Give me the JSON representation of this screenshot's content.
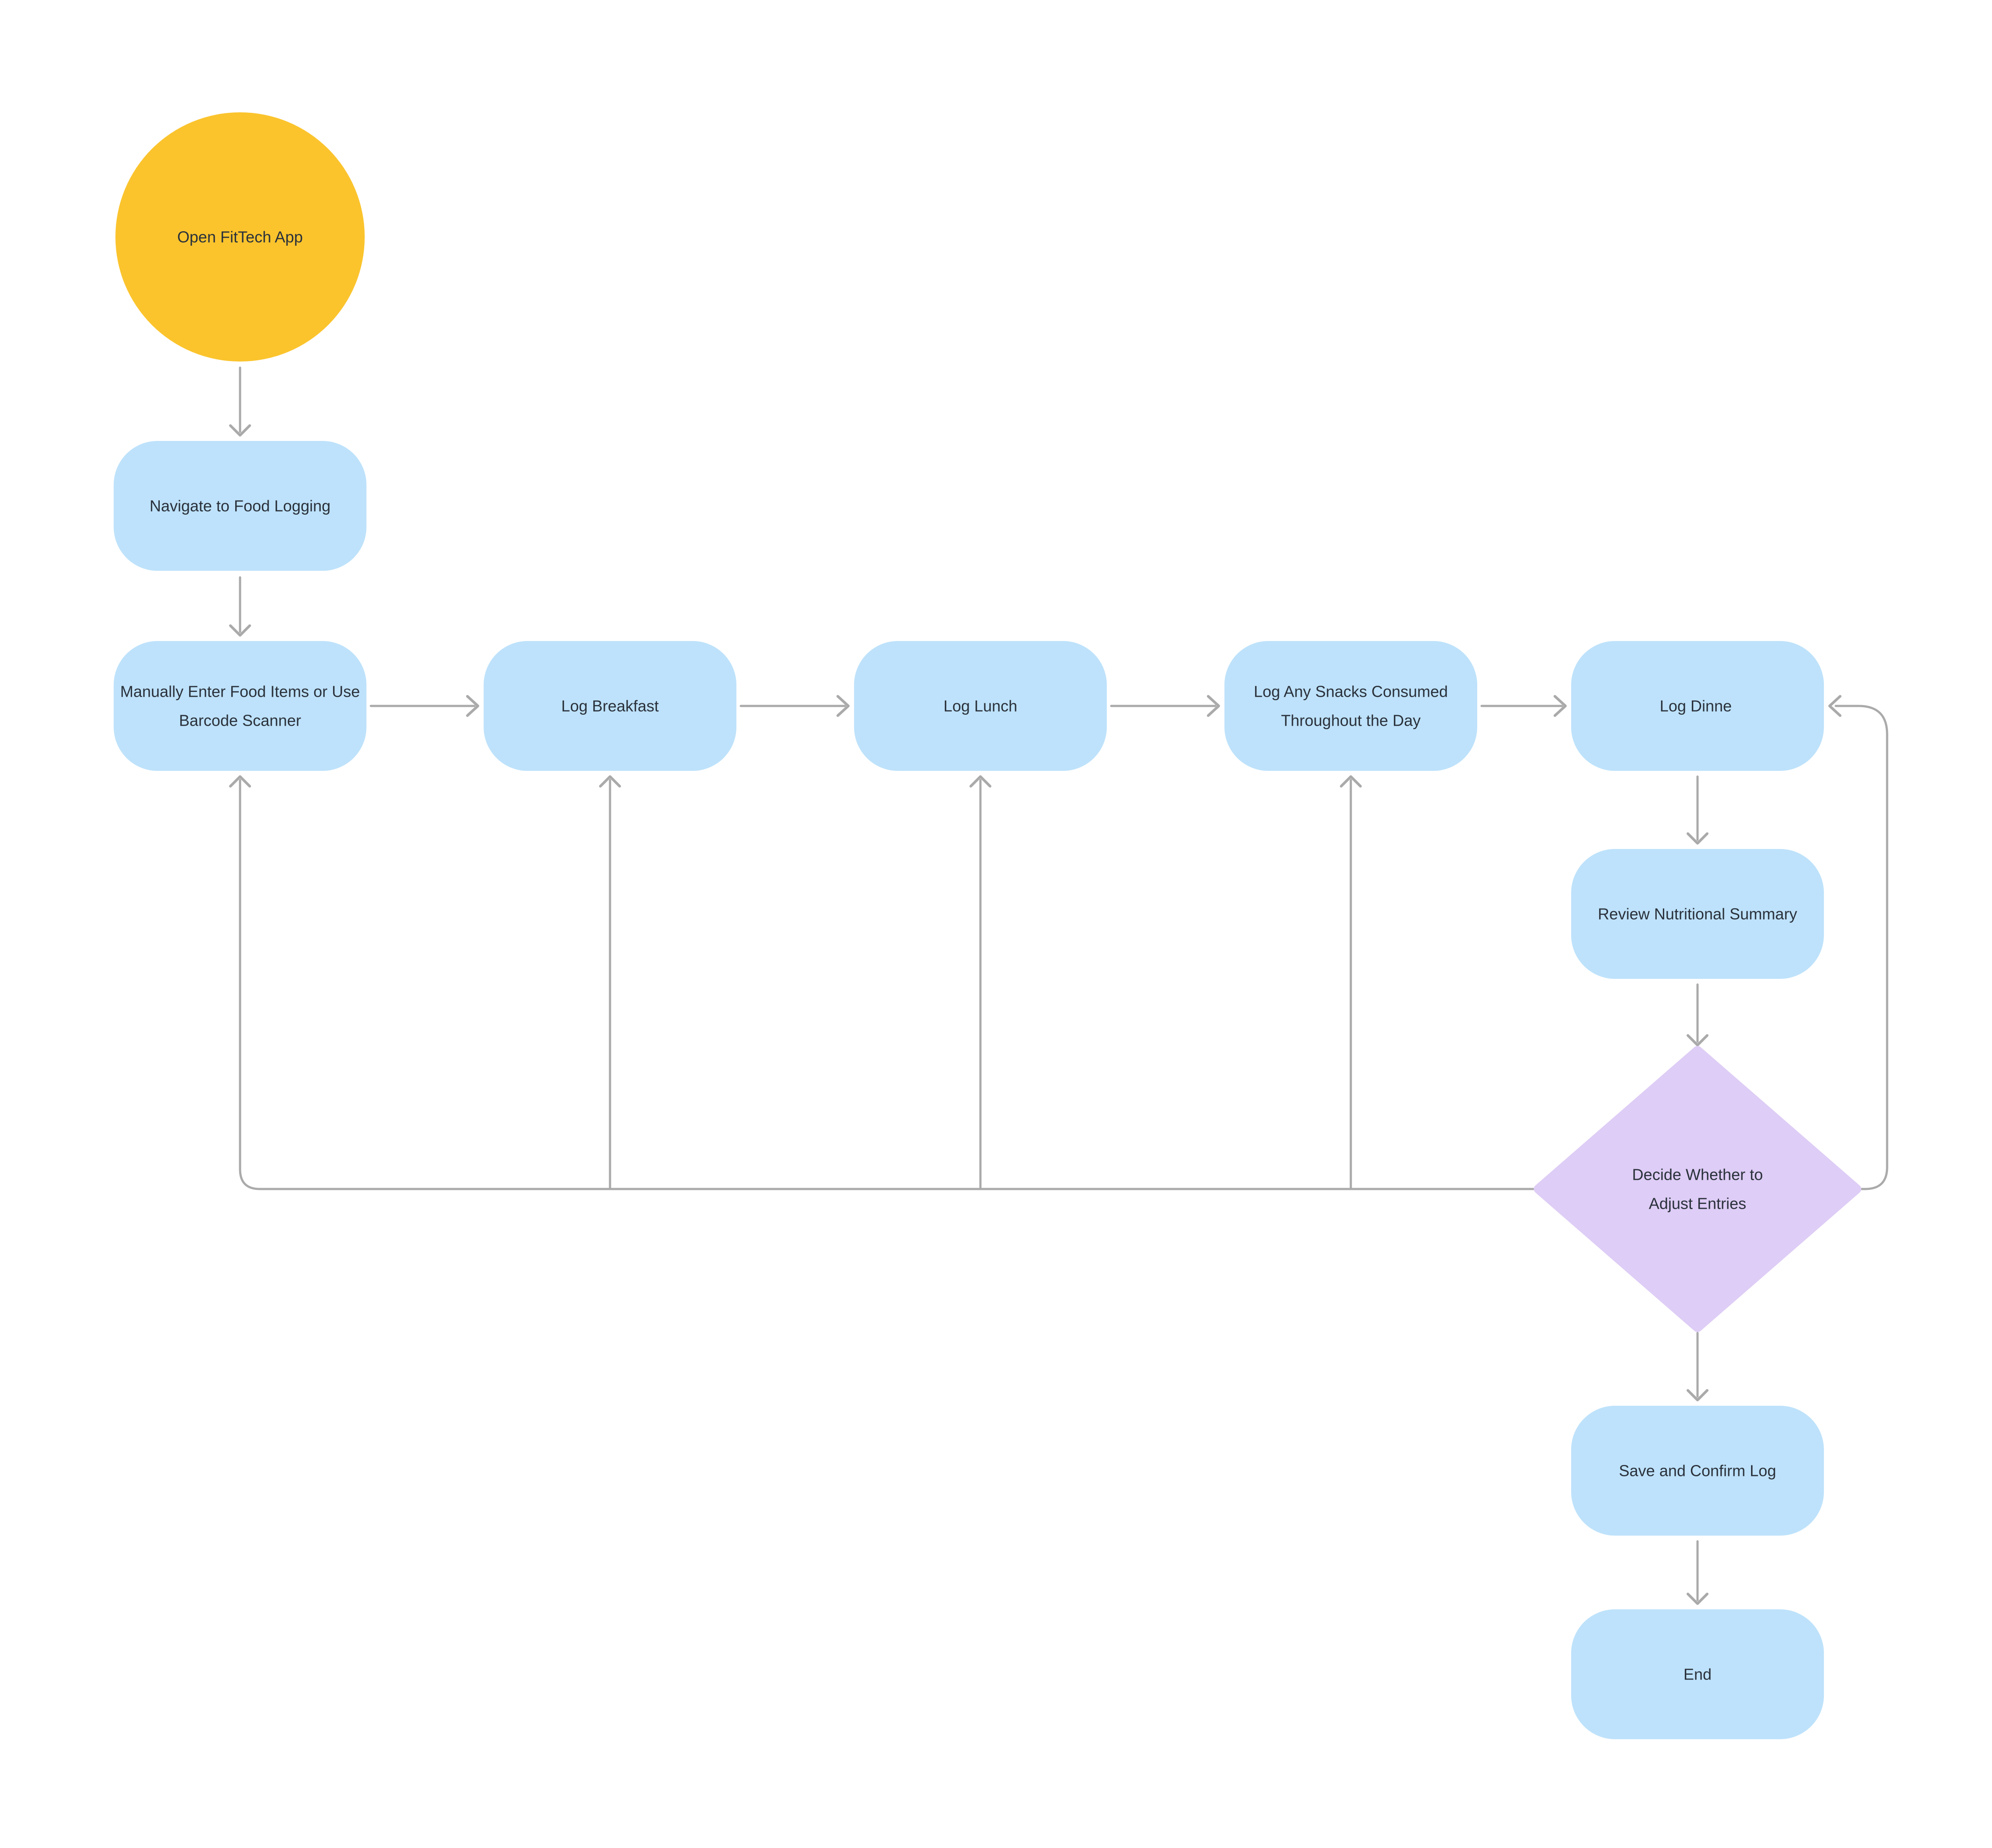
{
  "diagram": {
    "title": "FitTech food logging flowchart",
    "background": "#FFFFFF",
    "palette": {
      "start_fill": "#FBC42D",
      "process_fill": "#BEE2FB",
      "decision_fill": "#DECDF6",
      "connector": "#AAAAAA",
      "label_text": "#2A313B"
    },
    "nodes": {
      "start": {
        "shape": "circle",
        "label": "Open FitTech App"
      },
      "navigate": {
        "shape": "process",
        "label": "Navigate to Food Logging"
      },
      "manual_entry": {
        "shape": "process",
        "lines": [
          "Manually Enter Food Items or Use",
          "Barcode Scanner"
        ]
      },
      "log_breakfast": {
        "shape": "process",
        "label": "Log Breakfast"
      },
      "log_lunch": {
        "shape": "process",
        "label": "Log Lunch"
      },
      "log_snacks": {
        "shape": "process",
        "lines": [
          "Log Any Snacks Consumed",
          "Throughout the Day"
        ]
      },
      "log_dinner": {
        "shape": "process",
        "label": "Log Dinne"
      },
      "review_summary": {
        "shape": "process",
        "label": "Review Nutritional Summary"
      },
      "decide_adjust": {
        "shape": "decision",
        "lines": [
          "Decide Whether to",
          "Adjust Entries"
        ]
      },
      "save_confirm": {
        "shape": "process",
        "label": "Save and Confirm Log"
      },
      "end": {
        "shape": "process",
        "label": "End"
      }
    },
    "edges": [
      {
        "from": "start",
        "to": "navigate"
      },
      {
        "from": "navigate",
        "to": "manual_entry"
      },
      {
        "from": "manual_entry",
        "to": "log_breakfast"
      },
      {
        "from": "log_breakfast",
        "to": "log_lunch"
      },
      {
        "from": "log_lunch",
        "to": "log_snacks"
      },
      {
        "from": "log_snacks",
        "to": "log_dinner"
      },
      {
        "from": "log_dinner",
        "to": "review_summary"
      },
      {
        "from": "review_summary",
        "to": "decide_adjust"
      },
      {
        "from": "decide_adjust",
        "to": "save_confirm"
      },
      {
        "from": "save_confirm",
        "to": "end"
      },
      {
        "from": "decide_adjust",
        "to": "manual_entry"
      },
      {
        "from": "decide_adjust",
        "to": "log_breakfast"
      },
      {
        "from": "decide_adjust",
        "to": "log_lunch"
      },
      {
        "from": "decide_adjust",
        "to": "log_snacks"
      },
      {
        "from": "decide_adjust",
        "to": "log_dinner"
      }
    ]
  }
}
